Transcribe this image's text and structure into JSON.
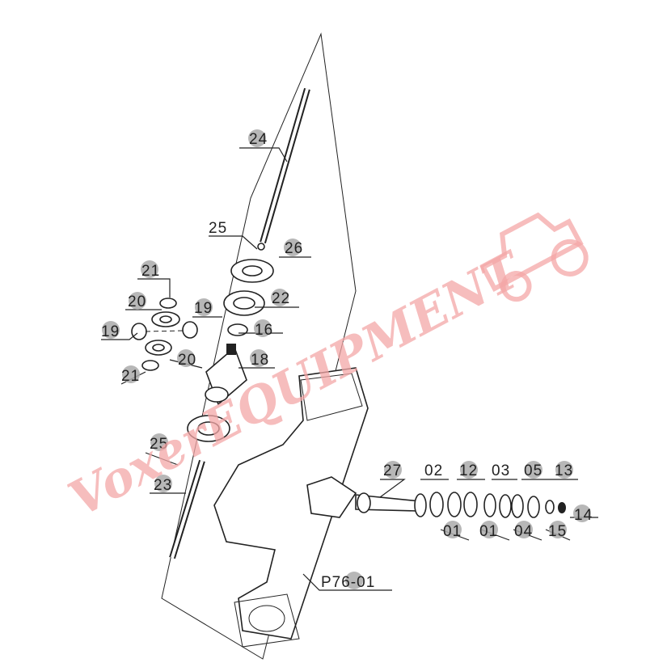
{
  "diagram": {
    "callouts": {
      "p24": "24",
      "p25_top": "25",
      "p26": "26",
      "p21_top": "21",
      "p20_top": "20",
      "p19_left": "19",
      "p19_right": "19",
      "p22": "22",
      "p16": "16",
      "p18": "18",
      "p20_bottom": "20",
      "p21_bottom": "21",
      "p25_bottom": "25",
      "p23": "23",
      "p27": "27",
      "p02": "02",
      "p12": "12",
      "p03": "03",
      "p05": "05",
      "p13": "13",
      "p14": "14",
      "p01_a": "01",
      "p01_b": "01",
      "p04": "04",
      "p15": "15",
      "housing": "P76-01"
    }
  },
  "watermark": {
    "text": "VoxerEQUIPMENT",
    "logo_icon": "tractor-icon",
    "color": "#f4a7a7"
  }
}
